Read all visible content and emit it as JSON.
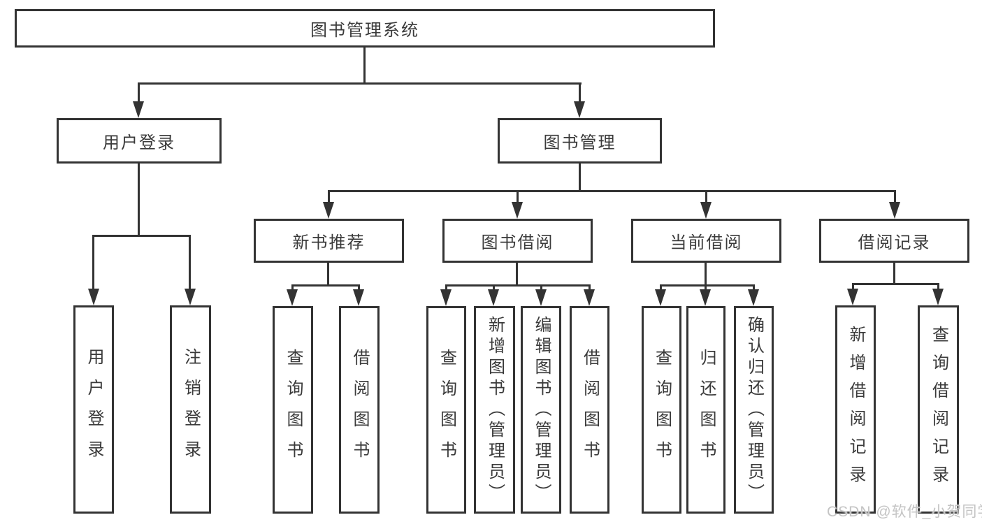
{
  "diagram": {
    "root": {
      "label": "图书管理系统"
    },
    "branches": [
      {
        "label": "用户登录",
        "children": [
          {
            "label": "用户登录"
          },
          {
            "label": "注销登录"
          }
        ]
      },
      {
        "label": "图书管理",
        "children": [
          {
            "label": "新书推荐",
            "children": [
              {
                "label": "查询图书"
              },
              {
                "label": "借阅图书"
              }
            ]
          },
          {
            "label": "图书借阅",
            "children": [
              {
                "label": "查询图书"
              },
              {
                "label": "新增图书（管理员）"
              },
              {
                "label": "编辑图书（管理员）"
              },
              {
                "label": "借阅图书"
              }
            ]
          },
          {
            "label": "当前借阅",
            "children": [
              {
                "label": "查询图书"
              },
              {
                "label": "归还图书"
              },
              {
                "label": "确认归还（管理员）"
              }
            ]
          },
          {
            "label": "借阅记录",
            "children": [
              {
                "label": "新增借阅记录"
              },
              {
                "label": "查询借阅记录"
              }
            ]
          }
        ]
      }
    ]
  },
  "watermark": {
    "text": "CSDN @软件_小贺同学"
  },
  "colors": {
    "line": "#333333",
    "box_border": "#333333",
    "text": "#3a3a3a",
    "background": "#ffffff",
    "watermark": "#c4c4c4"
  }
}
